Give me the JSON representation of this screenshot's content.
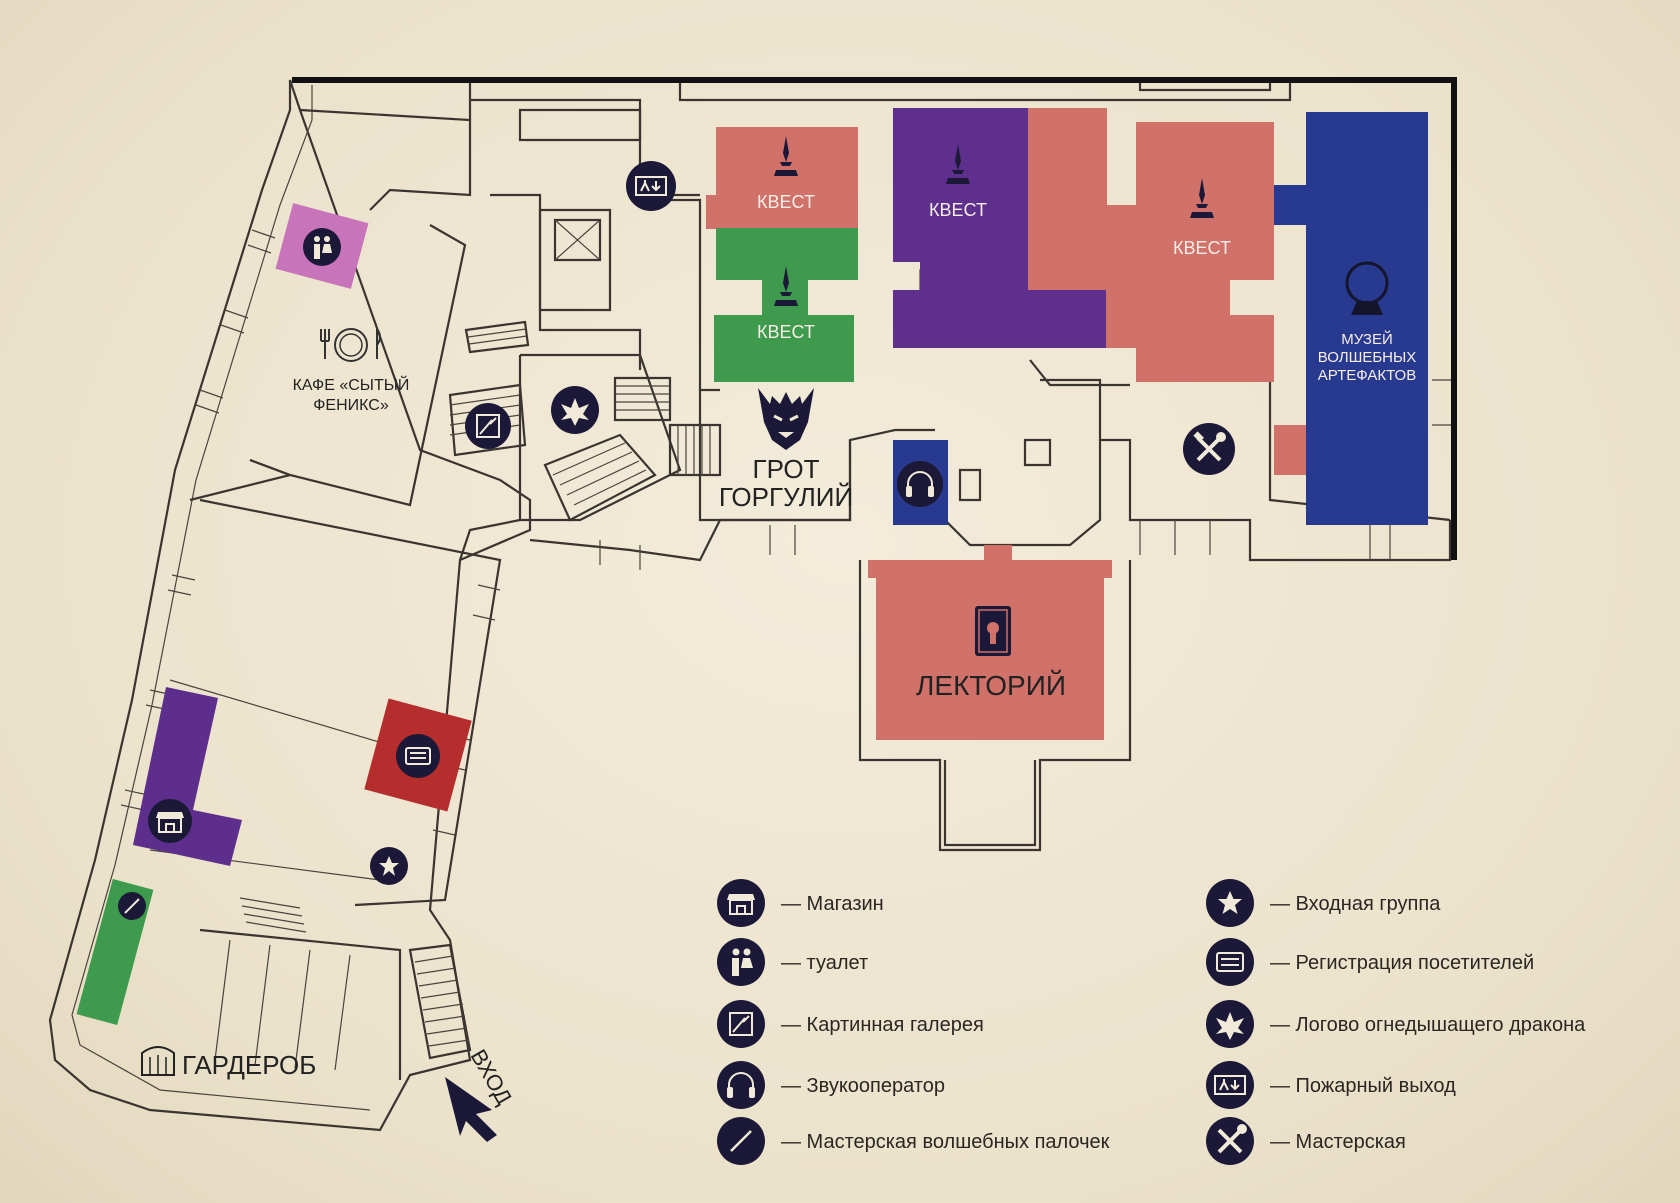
{
  "rooms": {
    "quest_1": "КВЕСТ",
    "quest_2": "КВЕСТ",
    "quest_3": "КВЕСТ",
    "quest_4": "КВЕСТ",
    "cafe": [
      "КАФЕ «СЫТЫЙ",
      "ФЕНИКС»"
    ],
    "museum": [
      "МУЗЕЙ",
      "ВОЛШЕБНЫХ",
      "АРТЕФАКТОВ"
    ],
    "grotto": [
      "ГРОТ",
      "ГОРГУЛИЙ"
    ],
    "lecture_hall": "ЛЕКТОРИЙ",
    "wardrobe": "ГАРДЕРОБ",
    "entrance": "ВХОД"
  },
  "legend": {
    "left": [
      {
        "icon": "shop-icon",
        "label": "— Магазин"
      },
      {
        "icon": "toilet-icon",
        "label": "— туалет"
      },
      {
        "icon": "gallery-icon",
        "label": "— Картинная галерея"
      },
      {
        "icon": "headphones-icon",
        "label": "— Звукооператор"
      },
      {
        "icon": "wand-icon",
        "label": "— Мастерская волшебных палочек"
      }
    ],
    "right": [
      {
        "icon": "star-icon",
        "label": "— Входная группа"
      },
      {
        "icon": "register-icon",
        "label": "— Регистрация посетителей"
      },
      {
        "icon": "dragon-icon",
        "label": "— Логово огнедышащего дракона"
      },
      {
        "icon": "fire-exit-icon",
        "label": "— Пожарный выход"
      },
      {
        "icon": "tools-icon",
        "label": "— Мастерская"
      }
    ]
  },
  "colors": {
    "quest_salmon": "#d0716a",
    "quest_purple": "#5e2f8c",
    "quest_green": "#3e9a4c",
    "museum_blue": "#283a8f",
    "toilet_pink": "#c874ba",
    "registration_red": "#b52d2d",
    "shop_purple": "#5d2e8c",
    "wand_green": "#3e9a4c",
    "icon_badge": "#1b1937",
    "outer_wall": "#111111"
  }
}
